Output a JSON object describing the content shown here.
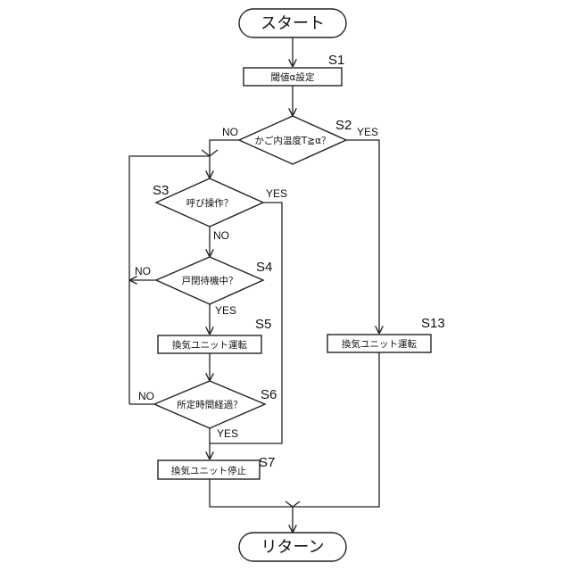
{
  "terminals": {
    "start": "スタート",
    "end": "リターン"
  },
  "boxes": {
    "s1": "閾値α設定",
    "s5": "換気ユニット運転",
    "s7": "換気ユニット停止",
    "s13": "換気ユニット運転"
  },
  "decisions": {
    "s2": "かご内温度T≧α？",
    "s3": "呼び操作？",
    "s4": "戸閉待機中？",
    "s6": "所定時間経過？"
  },
  "step_labels": {
    "s1": "S1",
    "s2": "S2",
    "s3": "S3",
    "s4": "S4",
    "s5": "S5",
    "s6": "S6",
    "s7": "S7",
    "s13": "S13"
  },
  "branch_labels": {
    "s2_no": "NO",
    "s2_yes": "YES",
    "s3_yes": "YES",
    "s3_no": "NO",
    "s4_no": "NO",
    "s4_yes": "YES",
    "s6_no": "NO",
    "s6_yes": "YES"
  }
}
